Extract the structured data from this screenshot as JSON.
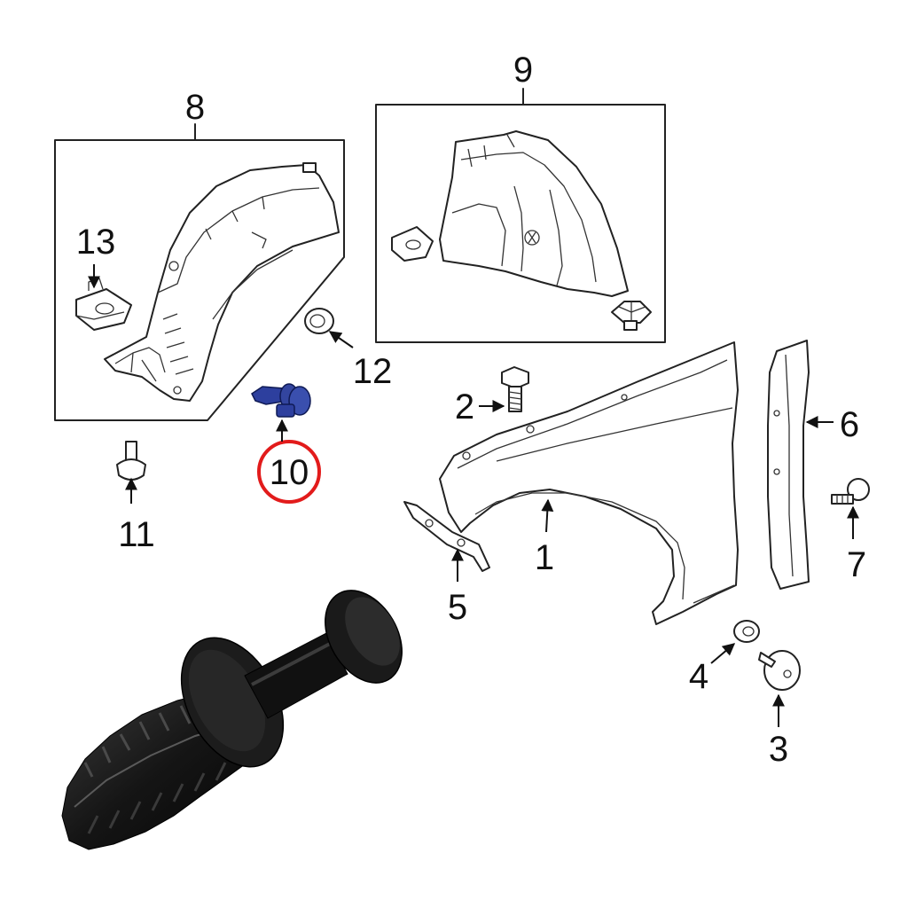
{
  "callouts": [
    {
      "id": "1",
      "label": "1"
    },
    {
      "id": "2",
      "label": "2"
    },
    {
      "id": "3",
      "label": "3"
    },
    {
      "id": "4",
      "label": "4"
    },
    {
      "id": "5",
      "label": "5"
    },
    {
      "id": "6",
      "label": "6"
    },
    {
      "id": "7",
      "label": "7"
    },
    {
      "id": "8",
      "label": "8"
    },
    {
      "id": "9",
      "label": "9"
    },
    {
      "id": "10",
      "label": "10"
    },
    {
      "id": "11",
      "label": "11"
    },
    {
      "id": "12",
      "label": "12"
    },
    {
      "id": "13",
      "label": "13"
    }
  ],
  "highlight": {
    "callout": "10",
    "ring_color": "#e21b1b",
    "part_color": "#2d3f9e"
  },
  "colors": {
    "line": "#222222",
    "background": "#ffffff",
    "photo_part": "#111111"
  }
}
